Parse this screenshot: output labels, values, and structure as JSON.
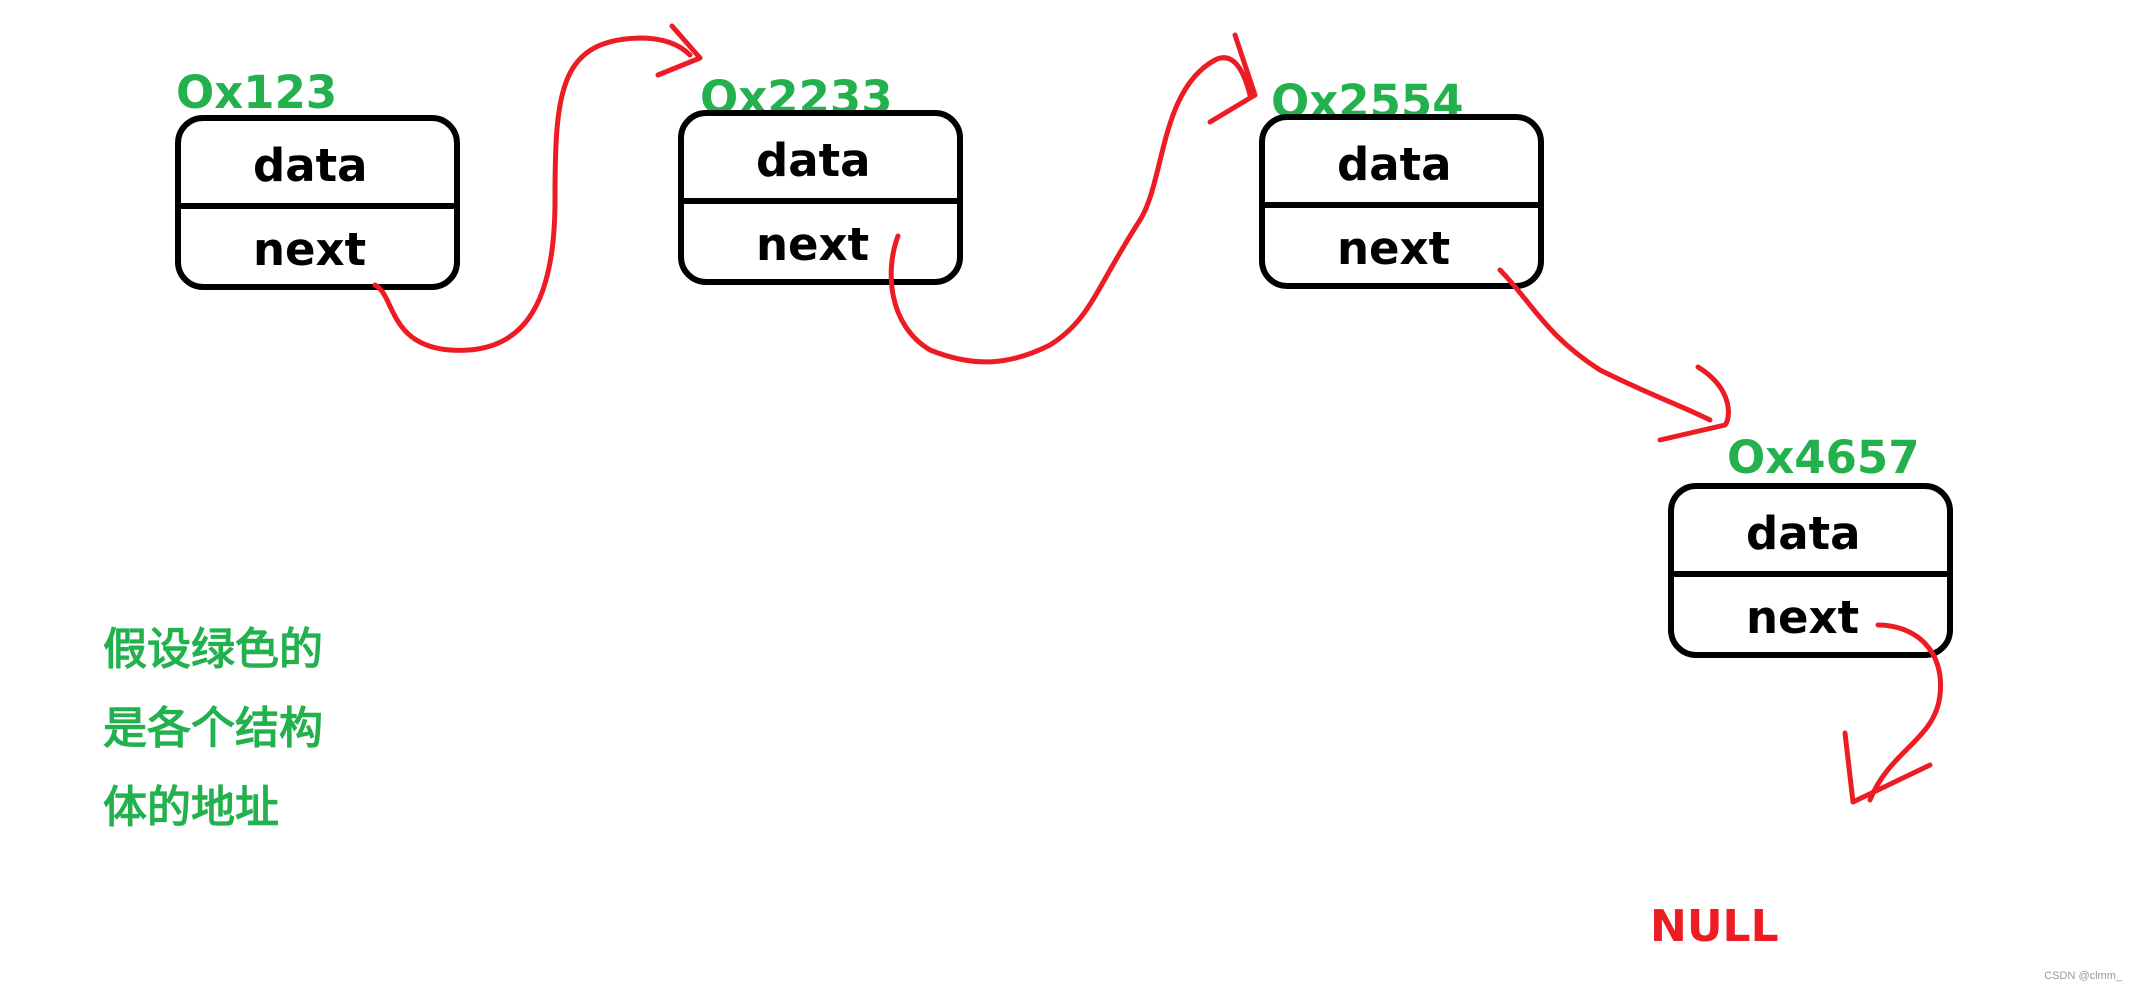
{
  "nodes": [
    {
      "address": "Ox123",
      "data_label": "data",
      "next_label": "next"
    },
    {
      "address": "Ox2233",
      "data_label": "data",
      "next_label": "next"
    },
    {
      "address": "Ox2554",
      "data_label": "data",
      "next_label": "next"
    },
    {
      "address": "Ox4657",
      "data_label": "data",
      "next_label": "next"
    }
  ],
  "note": {
    "line1": "假设绿色的",
    "line2": "是各个结构",
    "line3": "体的地址"
  },
  "null_label": "NULL",
  "watermark": "CSDN @clmm_",
  "colors": {
    "address": "#22b14c",
    "arrow": "#ed1c24",
    "box_border": "#000000"
  }
}
